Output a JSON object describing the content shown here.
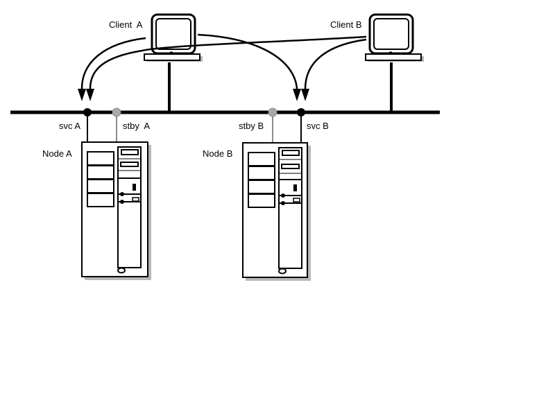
{
  "diagram": {
    "title": "",
    "clients": [
      {
        "id": "client-a",
        "label": "Client  A"
      },
      {
        "id": "client-b",
        "label": "Client B"
      }
    ],
    "nodes": [
      {
        "id": "node-a",
        "label": "Node A"
      },
      {
        "id": "node-b",
        "label": "Node B"
      }
    ],
    "interfaces": [
      {
        "id": "svc-a",
        "label": "svc A",
        "role": "service",
        "state": "active"
      },
      {
        "id": "stby-a",
        "label": "stby  A",
        "role": "standby",
        "state": "inactive"
      },
      {
        "id": "stby-b",
        "label": "stby B",
        "role": "standby",
        "state": "inactive"
      },
      {
        "id": "svc-b",
        "label": "svc B",
        "role": "service",
        "state": "active"
      }
    ],
    "connections": [
      {
        "from": "client-a",
        "to": "svc-a"
      },
      {
        "from": "client-b",
        "to": "svc-a"
      },
      {
        "from": "client-a",
        "to": "svc-b"
      },
      {
        "from": "client-b",
        "to": "svc-b"
      }
    ],
    "colors": {
      "line": "#000000",
      "active_interface": "#000000",
      "standby_interface": "#a8a8a8",
      "standby_link": "#8c8c8c",
      "shadow": "#b8b8b8",
      "background": "#ffffff"
    }
  }
}
